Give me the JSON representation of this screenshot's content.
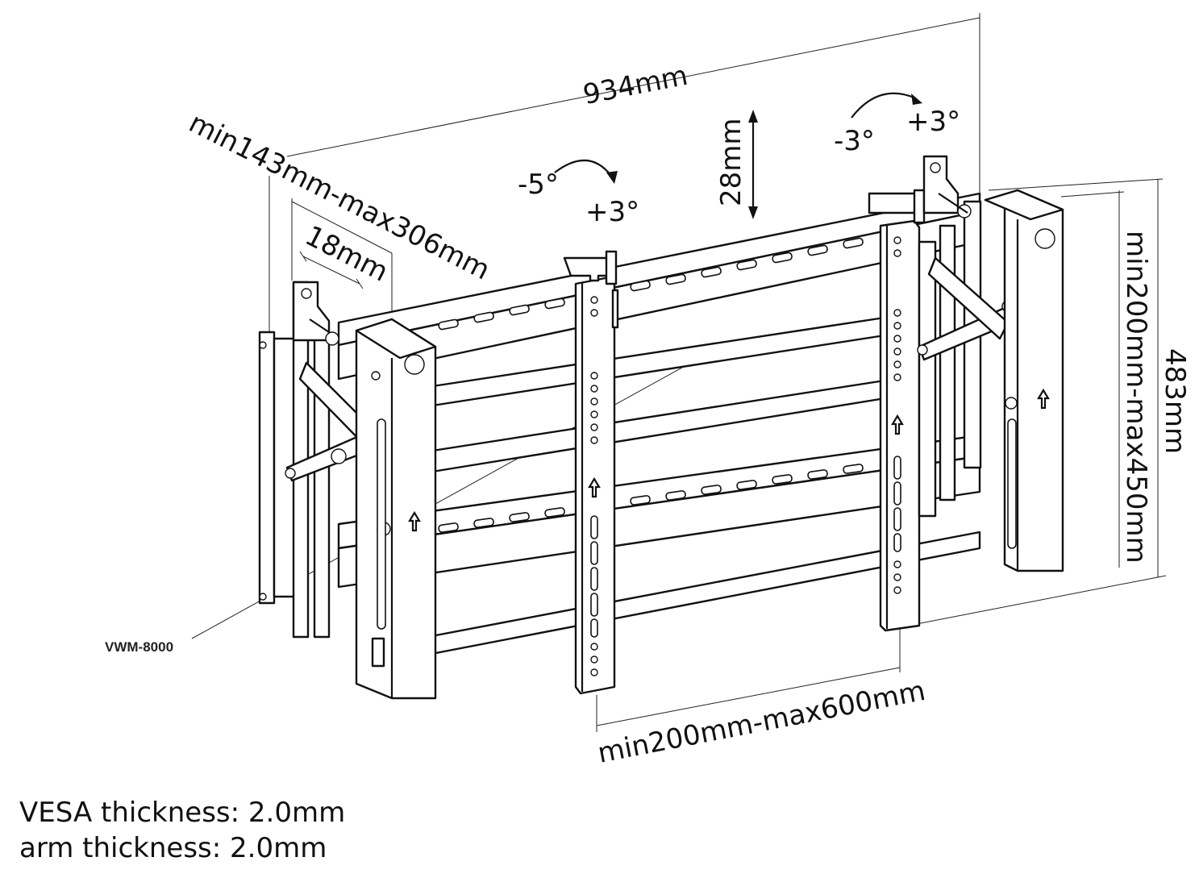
{
  "diagram": {
    "model_label": "VWM-8000",
    "dimensions": {
      "overall_width": "934mm",
      "depth_range": "min143mm-max306mm",
      "profile": "18mm",
      "height_adjust": "28mm",
      "overall_height": "483mm",
      "vertical_vesa_range": "min200mm-max450mm",
      "horizontal_vesa_range": "min200mm-max600mm"
    },
    "tilt_center": {
      "minus": "-5°",
      "plus": "+3°"
    },
    "tilt_right": {
      "minus": "-3°",
      "plus": "+3°"
    }
  },
  "notes": [
    "VESA thickness: 2.0mm",
    "arm thickness: 2.0mm"
  ]
}
